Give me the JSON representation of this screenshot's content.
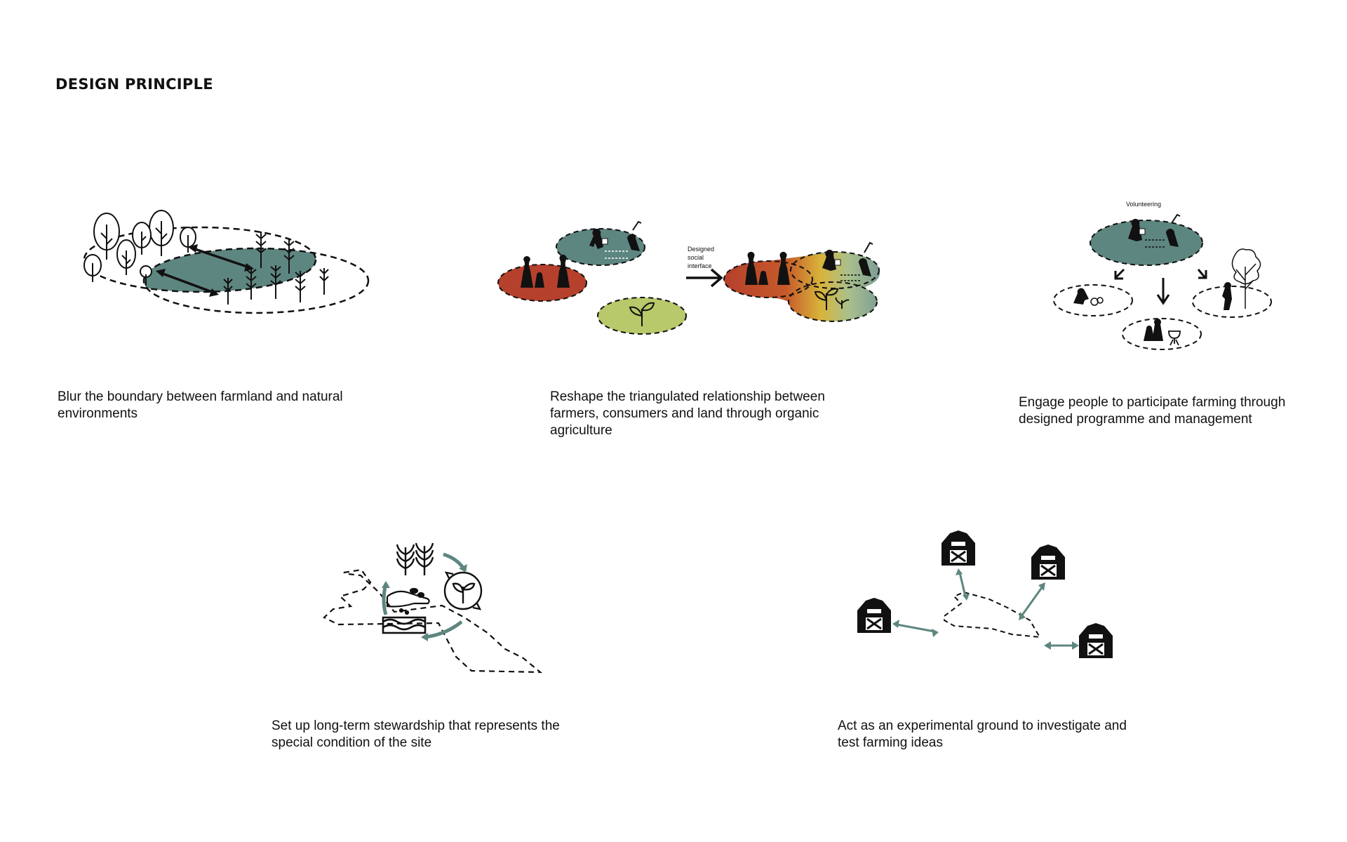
{
  "page": {
    "title": "DESIGN PRINCIPLE"
  },
  "colors": {
    "sage": "#5e8680",
    "sage_light": "#7c9c95",
    "terracotta": "#b5402c",
    "lime": "#b7c96a",
    "ink": "#111111"
  },
  "principles": [
    {
      "icon": "farmland-nature-blur-diagram",
      "caption_lines": [
        "Blur the boundary between farmland and natural",
        "environments"
      ]
    },
    {
      "icon": "triangulated-relationship-diagram",
      "caption_lines": [
        "Reshape the triangulated relationship between",
        "farmers, consumers and land through organic",
        "agriculture"
      ],
      "annotation_lines": [
        "Designed",
        "social",
        "interface"
      ]
    },
    {
      "icon": "volunteering-programme-diagram",
      "caption_lines": [
        "Engage people to participate farming through",
        "designed programme and management"
      ],
      "annotation": "Volunteering"
    },
    {
      "icon": "stewardship-cycle-diagram",
      "caption_lines": [
        "Set up long-term stewardship that represents the",
        "special condition of the site"
      ]
    },
    {
      "icon": "experimental-barns-diagram",
      "caption_lines": [
        "Act as an experimental ground to investigate and",
        "test farming ideas"
      ]
    }
  ]
}
